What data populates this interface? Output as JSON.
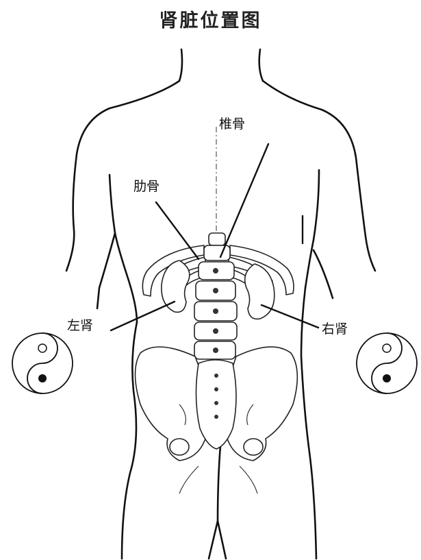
{
  "title": "肾脏位置图",
  "labels": {
    "vertebra": "椎骨",
    "rib": "肋骨",
    "left_kidney": "左肾",
    "right_kidney": "右肾"
  },
  "colors": {
    "ink": "#111111",
    "background": "#ffffff"
  },
  "icons": [
    "yin-yang-icon-left",
    "yin-yang-icon-right"
  ]
}
